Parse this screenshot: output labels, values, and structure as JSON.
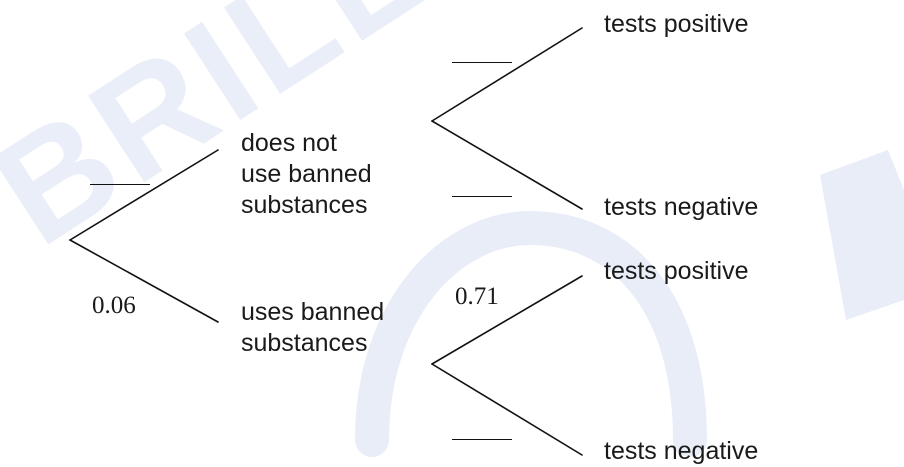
{
  "watermark": {
    "text": "BRILLIANT",
    "color": "#e8edf8"
  },
  "tree": {
    "line_color": "#111111",
    "level1": {
      "upper": {
        "label_lines": [
          "does not",
          "use banned",
          "substances"
        ],
        "probability": ""
      },
      "lower": {
        "label_lines": [
          "uses banned",
          "substances"
        ],
        "probability": "0.06"
      }
    },
    "level2": {
      "upper_branch": {
        "positive_label": "tests positive",
        "positive_probability": "",
        "negative_label": "tests negative",
        "negative_probability": ""
      },
      "lower_branch": {
        "positive_label": "tests positive",
        "positive_probability": "0.71",
        "negative_label": "tests negative",
        "negative_probability": ""
      }
    }
  }
}
